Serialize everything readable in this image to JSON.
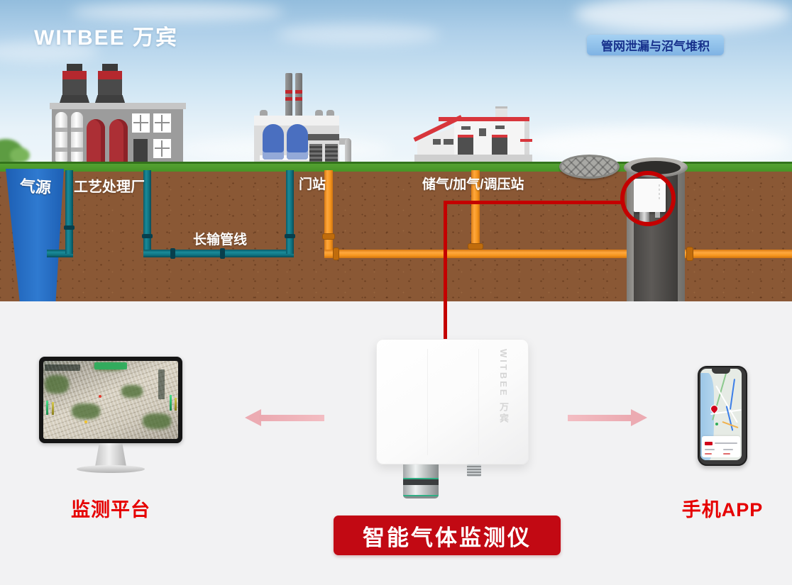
{
  "scene": {
    "logo": "WITBEE 万宾",
    "badge": "管网泄漏与沼气堆积",
    "labels": {
      "gas_source": "气源",
      "process_plant": "工艺处理厂",
      "transmission_pipeline": "长输管线",
      "gate_station": "门站",
      "storage_station": "储气/加气/调压站"
    }
  },
  "annotation": {
    "device_banner": "智能气体监测仪",
    "platform_label": "监测平台",
    "app_label": "手机APP"
  },
  "device": {
    "brand": "WITBEE 万宾"
  },
  "colors": {
    "annotation_red": "#C40000",
    "label_red": "#E60000",
    "banner_red": "#C20913",
    "arrow_pink": "#ECABB2",
    "badge_bg": "#8FC0EA",
    "badge_text": "#17318C",
    "pipe_teal": "#0F7280",
    "pipe_orange": "#F6951D",
    "grass_green": "#4F9C2D",
    "soil_brown": "#8A5835",
    "tank_blue": "#2268C4",
    "sky_top": "#93BDDD"
  }
}
